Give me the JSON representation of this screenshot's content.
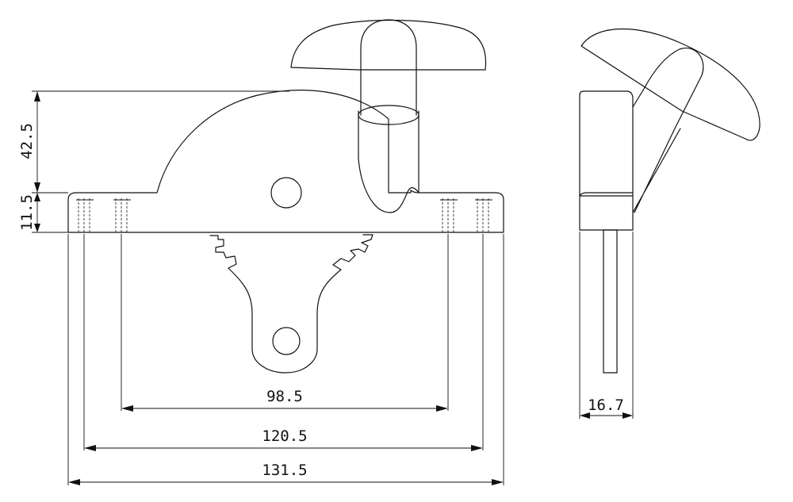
{
  "dimensions": {
    "height_upper": "42.5",
    "height_base": "11.5",
    "width_inner": "98.5",
    "width_middle": "120.5",
    "width_overall": "131.5",
    "side_thickness": "16.7"
  }
}
